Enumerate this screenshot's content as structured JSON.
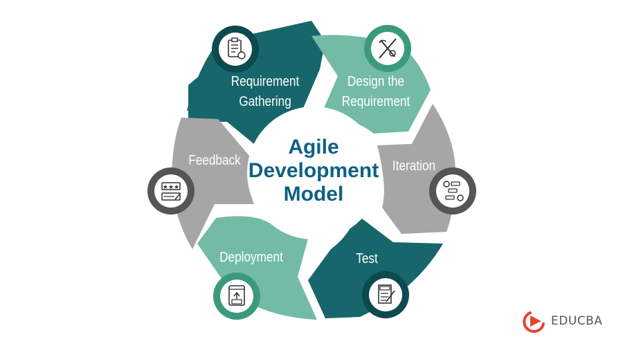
{
  "colors": {
    "dark_teal": "#17666b",
    "light_teal": "#74bba6",
    "gray": "#a6a6a6",
    "center_text": "#0e6183",
    "dark_teal_ring": "#0c4a4e",
    "light_teal_ring": "#3b9a7c",
    "gray_ring": "#555555",
    "logo_red": "#e8412c",
    "logo_text": "#555555"
  },
  "center": {
    "line1": "Agile",
    "line2": "Development",
    "line3": "Model"
  },
  "segments": [
    {
      "id": "requirement-gathering",
      "line1": "Requirement",
      "line2": "Gathering",
      "icon": "clipboard-checklist-icon",
      "color": "dark_teal"
    },
    {
      "id": "design-the-requirement",
      "line1": "Design the",
      "line2": "Requirement",
      "icon": "design-tools-icon",
      "color": "light_teal"
    },
    {
      "id": "iteration",
      "line1": "Iteration",
      "line2": "",
      "icon": "process-flow-icon",
      "color": "gray"
    },
    {
      "id": "test",
      "line1": "Test",
      "line2": "",
      "icon": "test-sheet-icon",
      "color": "dark_teal"
    },
    {
      "id": "deployment",
      "line1": "Deployment",
      "line2": "",
      "icon": "code-deploy-icon",
      "color": "light_teal"
    },
    {
      "id": "feedback",
      "line1": "Feedback",
      "line2": "",
      "icon": "rating-feedback-icon",
      "color": "gray"
    }
  ],
  "logo": {
    "text": "EDUCBA",
    "icon": "educba-play-logo-icon"
  }
}
